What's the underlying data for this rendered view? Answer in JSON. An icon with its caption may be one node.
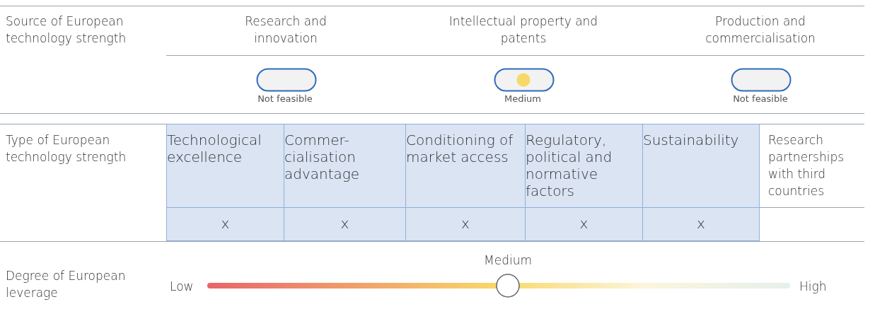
{
  "diagram": {
    "labels": [
      "Source of European technology strength",
      "Research and innovation",
      "Intellectual property and patents",
      "Production and commercialisation",
      "Not feasible",
      "Medium",
      "Not feasible",
      "Type of European technology strength",
      "Technological excellence",
      "Commer-cialisation advantage",
      "Conditioning of market access",
      "Regulatory, political and normative factors",
      "Sustainability",
      "Research partnerships with third countries",
      "x",
      "x",
      "x",
      "x",
      "x",
      "Degree of European leverage",
      "Medium",
      "Low",
      "High"
    ]
  }
}
